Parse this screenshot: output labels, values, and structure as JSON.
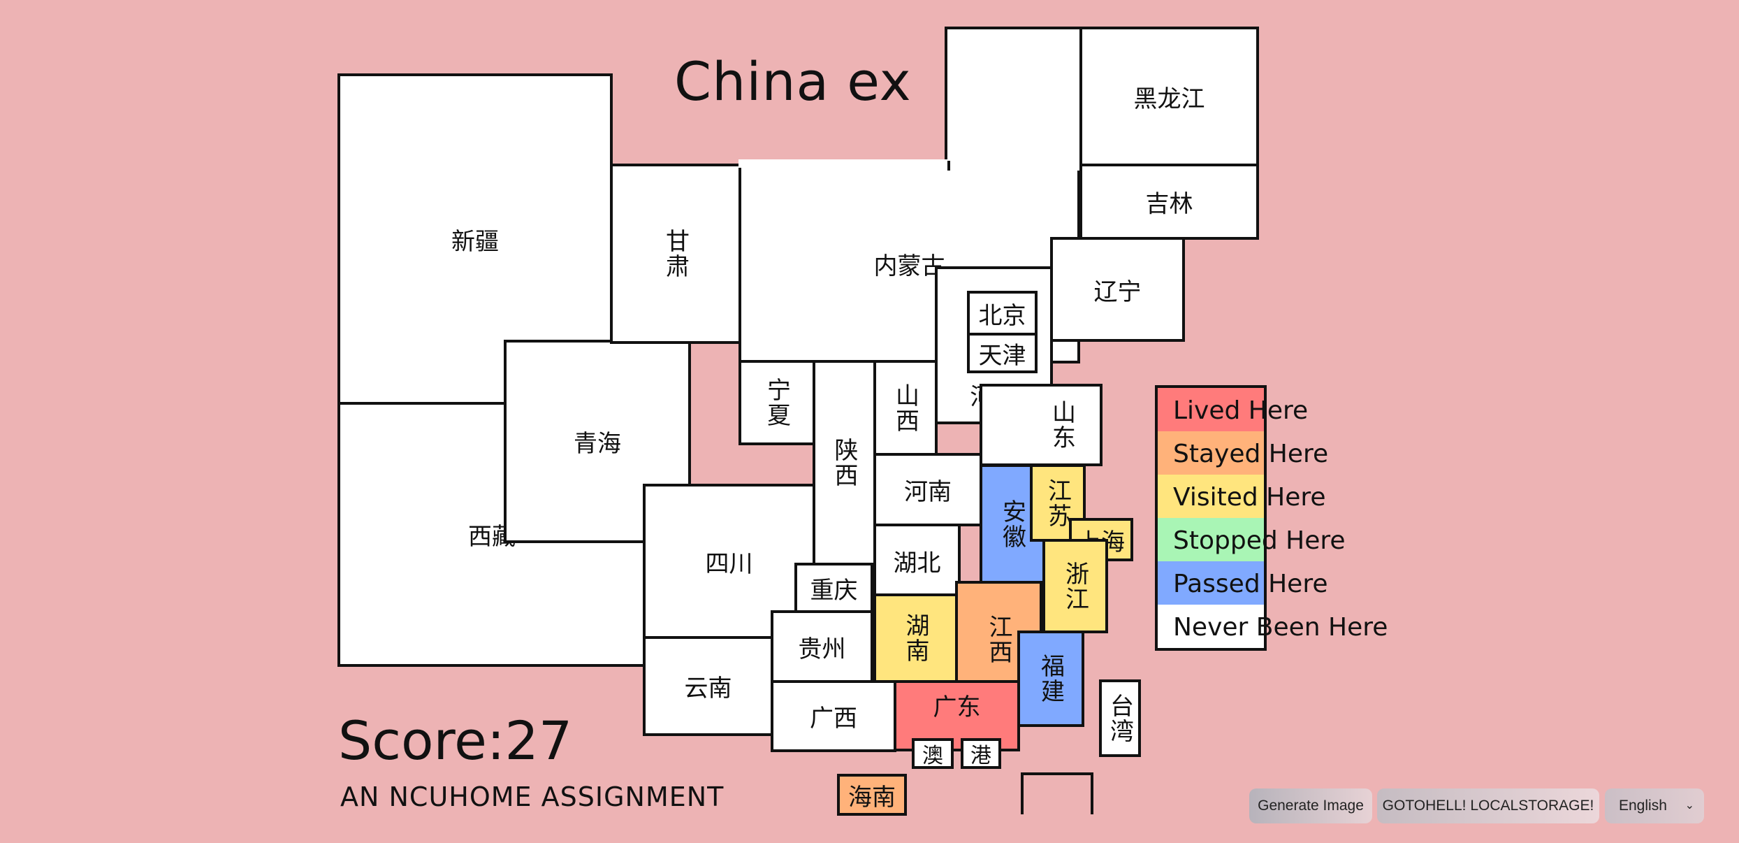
{
  "app": {
    "title": "China ex",
    "score_label": "Score:",
    "score_value": "27",
    "subtitle": "AN NCUHOME ASSIGNMENT"
  },
  "colors": {
    "background": "#edb3b4",
    "lived": "#ff7b7b",
    "stayed": "#ffb27a",
    "visited": "#ffe57e",
    "stopped": "#a9f5b5",
    "passed": "#80a9ff",
    "never": "#ffffff"
  },
  "provinces": [
    {
      "id": "xinjiang",
      "label": "新疆",
      "status": "never"
    },
    {
      "id": "xizang",
      "label": "西藏",
      "status": "never"
    },
    {
      "id": "qinghai",
      "label": "青海",
      "status": "never"
    },
    {
      "id": "gansu",
      "label": "甘肃",
      "status": "never"
    },
    {
      "id": "neimenggu",
      "label": "内蒙古",
      "status": "never"
    },
    {
      "id": "heilongjiang",
      "label": "黑龙江",
      "status": "never"
    },
    {
      "id": "jilin",
      "label": "吉林",
      "status": "never"
    },
    {
      "id": "liaoning",
      "label": "辽宁",
      "status": "never"
    },
    {
      "id": "beijing",
      "label": "北京",
      "status": "never"
    },
    {
      "id": "tianjin",
      "label": "天津",
      "status": "never"
    },
    {
      "id": "hebei",
      "label": "河北",
      "status": "never"
    },
    {
      "id": "shanxi",
      "label": "山西",
      "status": "never"
    },
    {
      "id": "ningxia",
      "label": "宁夏",
      "status": "never"
    },
    {
      "id": "shaanxi",
      "label": "陕西",
      "status": "never"
    },
    {
      "id": "shandong",
      "label": "山东",
      "status": "never"
    },
    {
      "id": "henan",
      "label": "河南",
      "status": "never"
    },
    {
      "id": "hubei",
      "label": "湖北",
      "status": "never"
    },
    {
      "id": "anhui",
      "label": "安徽",
      "status": "passed"
    },
    {
      "id": "jiangsu",
      "label": "江苏",
      "status": "visited"
    },
    {
      "id": "shanghai",
      "label": "上海",
      "status": "visited"
    },
    {
      "id": "zhejiang",
      "label": "浙江",
      "status": "visited"
    },
    {
      "id": "sichuan",
      "label": "四川",
      "status": "never"
    },
    {
      "id": "chongqing",
      "label": "重庆",
      "status": "never"
    },
    {
      "id": "guizhou",
      "label": "贵州",
      "status": "never"
    },
    {
      "id": "yunnan",
      "label": "云南",
      "status": "never"
    },
    {
      "id": "guangxi",
      "label": "广西",
      "status": "never"
    },
    {
      "id": "hunan",
      "label": "湖南",
      "status": "visited"
    },
    {
      "id": "jiangxi",
      "label": "江西",
      "status": "stayed"
    },
    {
      "id": "fujian",
      "label": "福建",
      "status": "passed"
    },
    {
      "id": "taiwan",
      "label": "台湾",
      "status": "never"
    },
    {
      "id": "guangdong",
      "label": "广东",
      "status": "lived"
    },
    {
      "id": "macau",
      "label": "澳",
      "status": "never"
    },
    {
      "id": "hongkong",
      "label": "港",
      "status": "never"
    },
    {
      "id": "hainan",
      "label": "海南",
      "status": "stayed"
    }
  ],
  "legend": [
    {
      "status": "lived",
      "label": "Lived Here"
    },
    {
      "status": "stayed",
      "label": "Stayed Here"
    },
    {
      "status": "visited",
      "label": "Visited Here"
    },
    {
      "status": "stopped",
      "label": "Stopped Here"
    },
    {
      "status": "passed",
      "label": "Passed Here"
    },
    {
      "status": "never",
      "label": "Never Been Here"
    }
  ],
  "buttons": {
    "generate_image": "Generate Image",
    "clear_storage": "GOTOHELL! LOCALSTORAGE!",
    "language": "English"
  }
}
